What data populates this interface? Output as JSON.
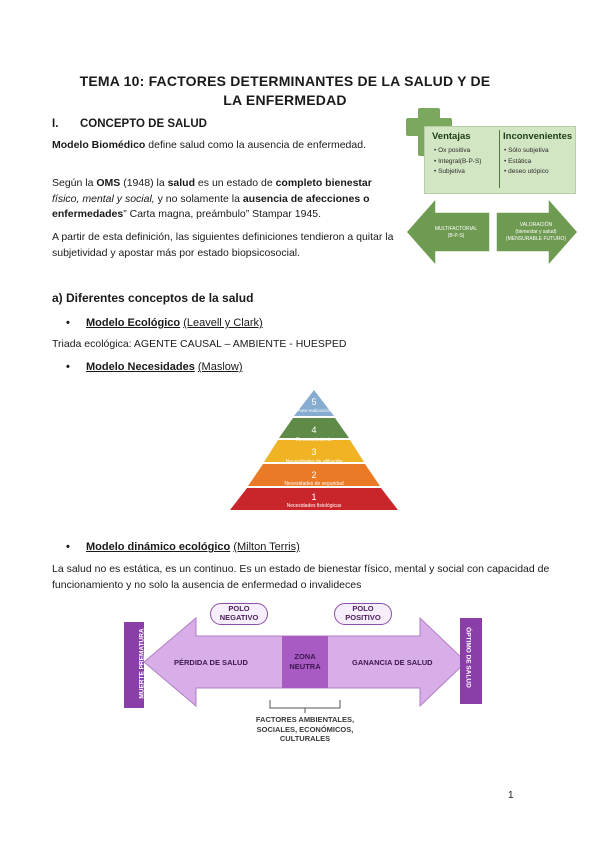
{
  "title": "TEMA 10: FACTORES DETERMINANTES DE LA SALUD Y DE LA ENFERMEDAD",
  "section1": {
    "num": "I.",
    "title": "CONCEPTO DE SALUD"
  },
  "p1": {
    "bold": "Modelo Biomédico",
    "rest": " define salud como la ausencia de enfermedad."
  },
  "p2": {
    "a": "Según la ",
    "oms": "OMS",
    "b": " (1948) la ",
    "salud": "salud",
    "c": " es un estado de ",
    "completo": "completo bienestar",
    "d": " ",
    "italic": "físico, mental y social,",
    "e": " y no solamente la ",
    "ausencia": "ausencia de afecciones o enfermedades",
    "f": "” Carta magna, preámbulo” Stampar 1945."
  },
  "p3": "A partir de esta definición, las siguientes definiciones tendieron a quitar la subjetividad y apostar más por estado biopsicosocial.",
  "sub_a": "a)  Diferentes conceptos de la salud",
  "bullets": {
    "ecologico": {
      "name": "Modelo Ecológico",
      "author": "(Leavell y Clark)"
    },
    "necesidades": {
      "name": "Modelo Necesidades",
      "author": "(Maslow)"
    },
    "dinamico": {
      "name": "Modelo dinámico ecológico",
      "author": "(Milton Terris)"
    }
  },
  "triada": "Triada ecológica: AGENTE CAUSAL – AMBIENTE - HUESPED",
  "dyn_para": "La salud no es estática, es un continuo. Es un estado de bienestar físico, mental y social con capacidad de funcionamiento y no solo la ausencia de enfermedad o invalideces",
  "vi": {
    "ventajas": "Ventajas",
    "inconvenientes": "Inconvenientes",
    "v_items": [
      "Ox positiva",
      "Integral(B-P-S)",
      "Subjetiva"
    ],
    "i_items": [
      "Sólo subjetiva",
      "Estática",
      "deseo utópico"
    ],
    "left_arrow": [
      "MULTIFACTORIAL",
      "(B-P-S)"
    ],
    "right_arrow": [
      "VALORACIÓN",
      "(bienestar y salud)",
      "(MENSURABLE FUTURO)"
    ],
    "colors": {
      "box": "#d3e6c4",
      "arrow": "#6f9a51"
    }
  },
  "pyramid": {
    "levels": [
      {
        "num": "5",
        "label": "Auto-realización",
        "color": "#86acd0"
      },
      {
        "num": "4",
        "label": "Reconocimiento",
        "color": "#5f8a47"
      },
      {
        "num": "3",
        "label": "Necesidades de afiliación",
        "color": "#f0b323"
      },
      {
        "num": "2",
        "label": "Necesidades de seguridad",
        "color": "#ea7a25"
      },
      {
        "num": "1",
        "label": "Necesidades fisiológicas",
        "color": "#c9262b"
      }
    ]
  },
  "dynamic": {
    "left_side": "MUERTE PREMATURA",
    "right_side": "ÓPTIMO DE SALUD",
    "polo_neg": [
      "POLO",
      "NEGATIVO"
    ],
    "polo_pos": [
      "POLO",
      "POSITIVO"
    ],
    "left_label": "PÉRDIDA DE SALUD",
    "center": [
      "ZONA",
      "NEUTRA"
    ],
    "right_label": "GANANCIA DE SALUD",
    "factors": [
      "FACTORES AMBIENTALES,",
      "SOCIALES, ECONÓMICOS,",
      "CULTURALES"
    ],
    "colors": {
      "arrow": "#d7aee7",
      "side": "#8a3fa8",
      "center": "#a95bc4"
    }
  },
  "page_number": "1"
}
